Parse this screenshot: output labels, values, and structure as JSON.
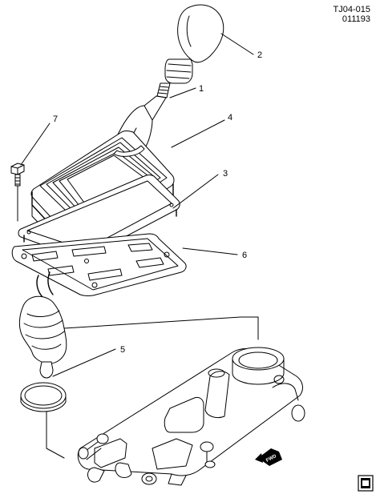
{
  "header": {
    "code": "TJ04-015",
    "date_code": "011193"
  },
  "callouts": {
    "c1": "1",
    "c2": "2",
    "c3": "3",
    "c4": "4",
    "c5": "5",
    "c6": "6",
    "c7": "7"
  },
  "direction_label": "FWD",
  "corner_icon": "book-icon"
}
